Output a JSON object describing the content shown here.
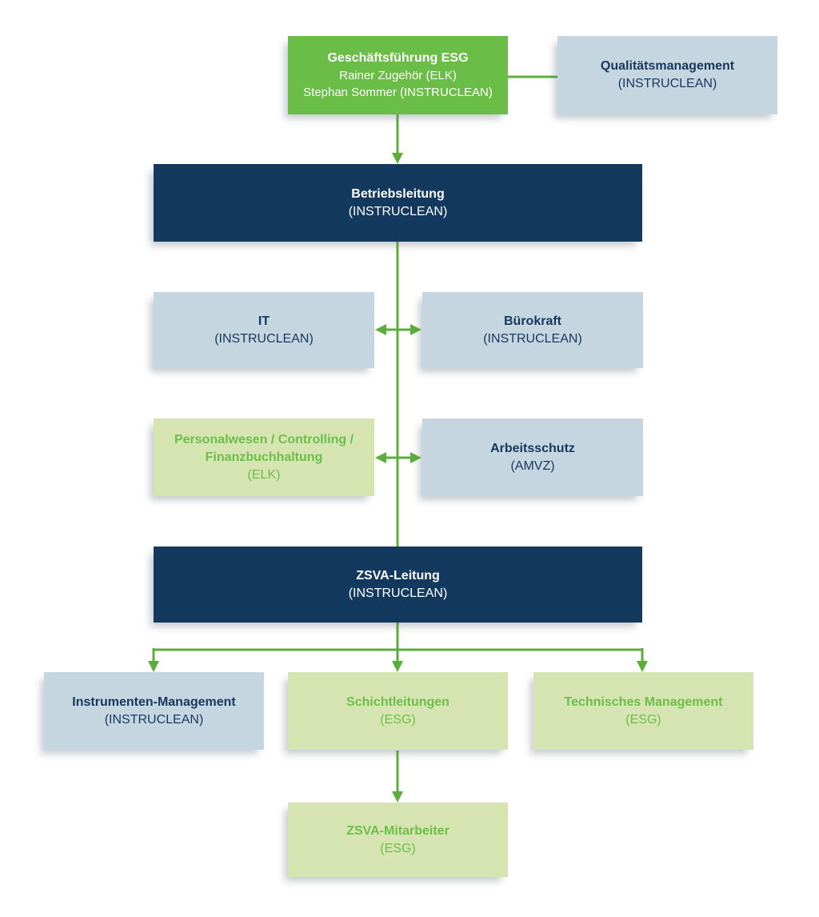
{
  "colors": {
    "green_box": "#6ABD46",
    "navy_box": "#14395E",
    "light_blue_box": "#C6D6E0",
    "light_green_box": "#D6E4B1",
    "connector_green": "#5BAE3C",
    "navy_text": "#17375E",
    "green_text": "#6CBE4A",
    "white_text": "#FFFFFF"
  },
  "nodes": {
    "geschaeftsfuehrung": {
      "title": "Geschäftsführung ESG",
      "person1": "Rainer Zugehör (ELK)",
      "person2": "Stephan Sommer (INSTRUCLEAN)"
    },
    "qualitaetsmanagement": {
      "title": "Qualitätsmanagement",
      "subtitle": "(INSTRUCLEAN)"
    },
    "betriebsleitung": {
      "title": "Betriebsleitung",
      "subtitle": "(INSTRUCLEAN)"
    },
    "it": {
      "title": "IT",
      "subtitle": "(INSTRUCLEAN)"
    },
    "buerokraft": {
      "title": "Bürokraft",
      "subtitle": "(INSTRUCLEAN)"
    },
    "personalwesen": {
      "title": "Personalwesen / Controlling / Finanzbuchhaltung",
      "subtitle": "(ELK)"
    },
    "arbeitsschutz": {
      "title": "Arbeitsschutz",
      "subtitle": "(AMVZ)"
    },
    "zsva_leitung": {
      "title": "ZSVA-Leitung",
      "subtitle": "(INSTRUCLEAN)"
    },
    "instrumenten_management": {
      "title": "Instrumenten-Management",
      "subtitle": "(INSTRUCLEAN)"
    },
    "schichtleitungen": {
      "title": "Schichtleitungen",
      "subtitle": "(ESG)"
    },
    "technisches_management": {
      "title": "Technisches Management",
      "subtitle": "(ESG)"
    },
    "zsva_mitarbeiter": {
      "title": "ZSVA-Mitarbeiter",
      "subtitle": "(ESG)"
    }
  }
}
